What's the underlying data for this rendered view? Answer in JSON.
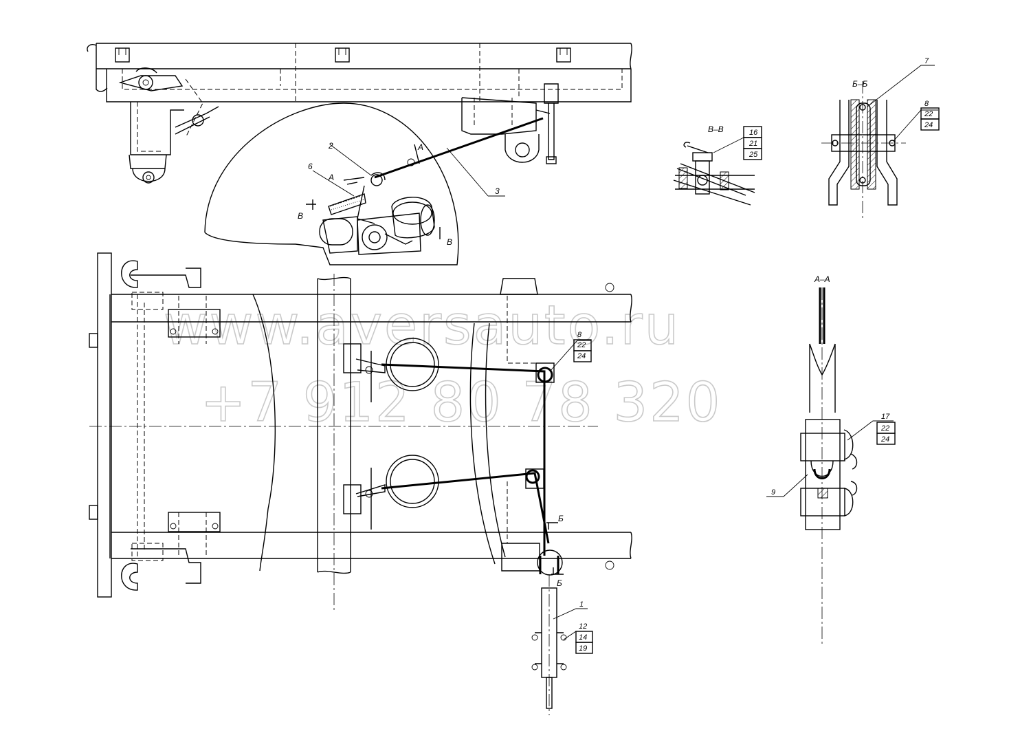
{
  "watermark": {
    "site": "www.aversauto.ru",
    "phone": "+7 912 80 78 320"
  },
  "sections": {
    "a": "А–А",
    "b": "Б–Б",
    "v": "В–В"
  },
  "cut_marks": {
    "a": "А",
    "b": "Б",
    "v": "В"
  },
  "callouts": {
    "top_view": [
      "2",
      "6",
      "3"
    ],
    "vv": [
      "16",
      "21",
      "25"
    ],
    "bb": [
      "7",
      "8",
      "22",
      "24"
    ],
    "plan_pulley": [
      "8",
      "22",
      "24"
    ],
    "aa": [
      "17",
      "22",
      "24",
      "9"
    ],
    "plan_cylinder": [
      "1",
      "12",
      "14",
      "19"
    ]
  }
}
